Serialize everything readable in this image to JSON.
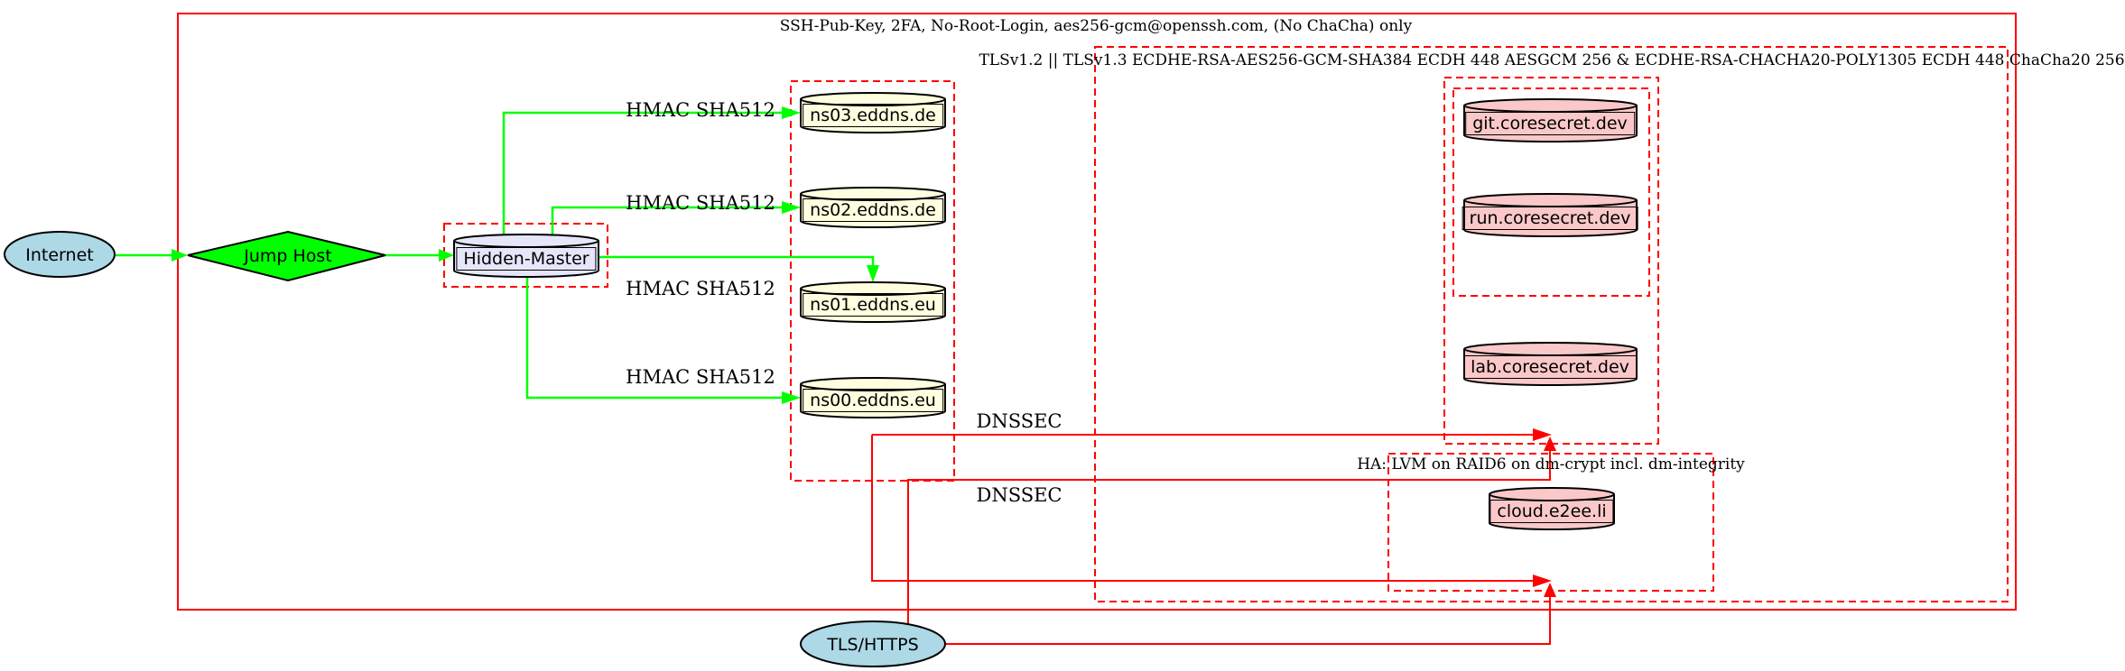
{
  "diagram": {
    "clusters": {
      "ssh": "SSH-Pub-Key, 2FA, No-Root-Login, aes256-gcm@openssh.com, (No ChaCha) only",
      "tls": "TLSv1.2 || TLSv1.3 ECDHE-RSA-AES256-GCM-SHA384 ECDH 448 AESGCM 256 & ECDHE-RSA-CHACHA20-POLY1305 ECDH 448 ChaCha20 256",
      "ha": "HA: LVM on RAID6 on dm-crypt incl. dm-integrity"
    },
    "nodes": {
      "internet": "Internet",
      "jump_host": "Jump Host",
      "hidden_master": "Hidden-Master",
      "ns03": "ns03.eddns.de",
      "ns02": "ns02.eddns.de",
      "ns01": "ns01.eddns.eu",
      "ns00": "ns00.eddns.eu",
      "git": "git.coresecret.dev",
      "run": "run.coresecret.dev",
      "lab": "lab.coresecret.dev",
      "cloud": "cloud.e2ee.li",
      "tls_https": "TLS/HTTPS"
    },
    "edge_labels": {
      "hmac": "HMAC SHA512",
      "dnssec": "DNSSEC"
    },
    "colors": {
      "edge_green": "#00ff00",
      "edge_red": "#ff0000",
      "node_lightblue": "#add8e6",
      "node_green": "#00ff00",
      "node_lavender": "#e6e6fa",
      "node_lightyellow": "#ffffe0",
      "node_pink": "#fac8c8",
      "border_black": "#000000"
    }
  }
}
